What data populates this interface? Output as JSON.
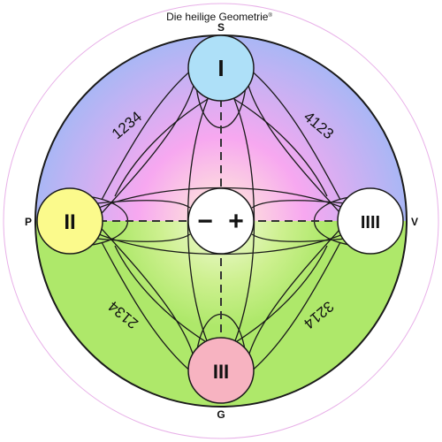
{
  "title": "Die heilige Geometrie",
  "title_mark": "®",
  "poles": {
    "top": "S",
    "bottom": "G",
    "left": "P",
    "right": "V"
  },
  "nodes": {
    "top": {
      "label": "I",
      "color": "#aee0f8"
    },
    "left": {
      "label": "II",
      "color": "#fbfa8c"
    },
    "bottom": {
      "label": "III",
      "color": "#f7b3c1"
    },
    "right": {
      "label": "IIII",
      "color": "#ffffff"
    }
  },
  "center": {
    "minus": "−",
    "plus": "+"
  },
  "sequences": {
    "upper_left": "1234",
    "upper_right": "4123",
    "lower_left": "2134",
    "lower_right": "3214"
  },
  "colors": {
    "upper_gradient_inner": "#fff1d6",
    "upper_gradient_mid": "#f7a8f0",
    "upper_gradient_outer": "#a9b7f5",
    "lower_fill": "#aee86a",
    "lower_center": "#f4fbdc",
    "line": "#1a1a1a",
    "outer_ring": "#e8b0e8"
  }
}
